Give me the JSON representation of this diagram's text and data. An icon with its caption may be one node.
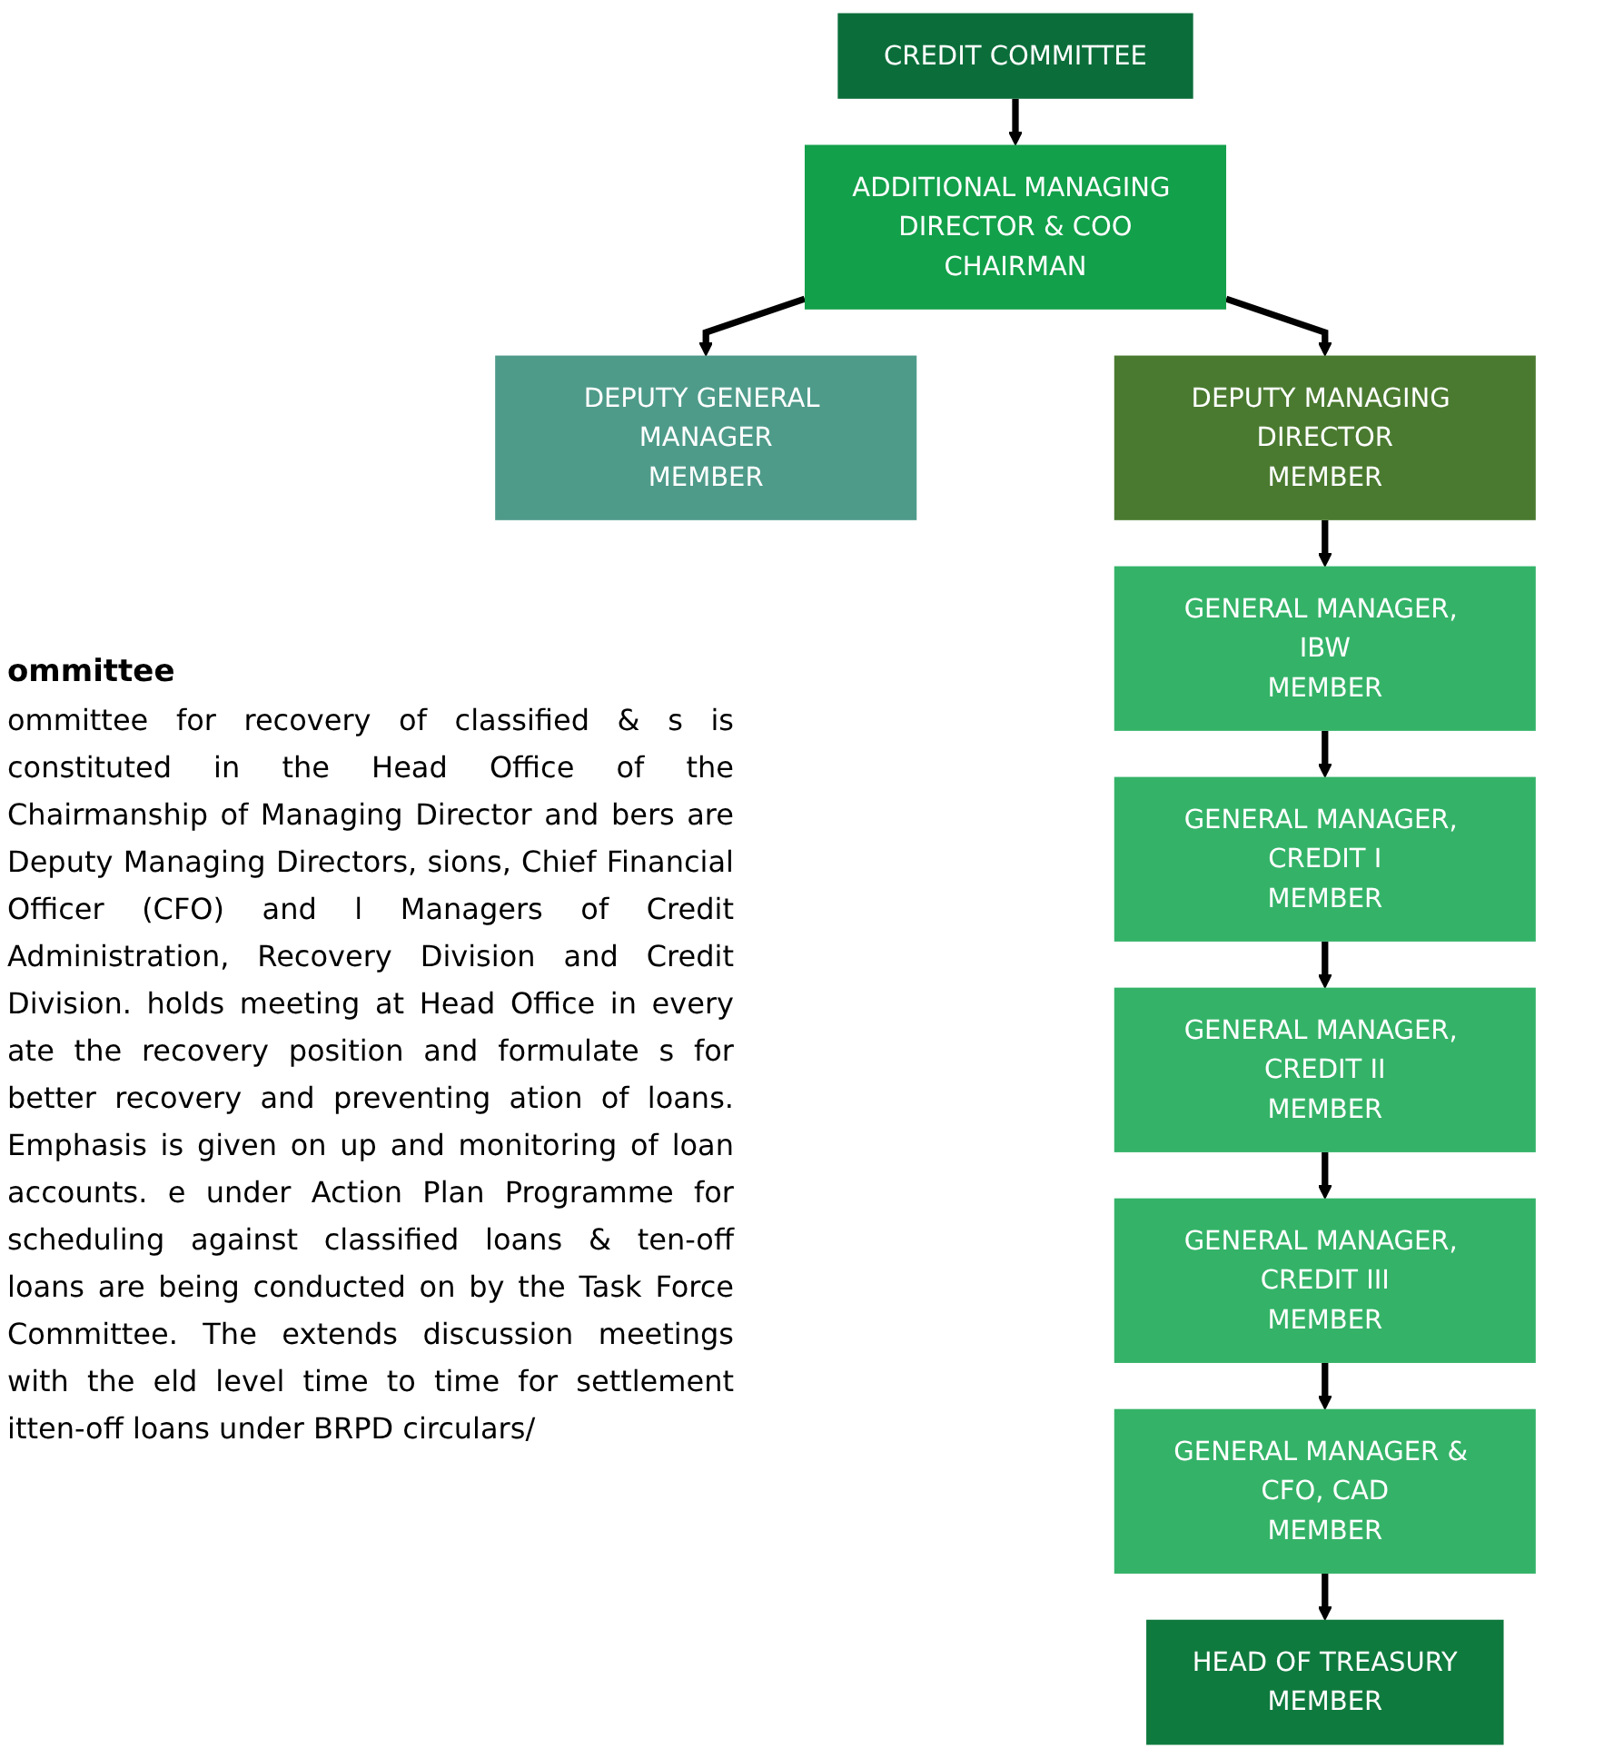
{
  "diagram": {
    "nodes": [
      {
        "text": [
          "CREDIT COMMITTEE"
        ]
      },
      {
        "text": [
          "ADDITIONAL MANAGING DIRECTOR & COO",
          "CHAIRMAN"
        ]
      },
      {
        "text": [
          "DEPUTY GENERAL MANAGER",
          "MEMBER"
        ]
      },
      {
        "text": [
          "DEPUTY MANAGING DIRECTOR",
          "MEMBER"
        ]
      },
      {
        "text": [
          "GENERAL MANAGER, IBW",
          "MEMBER"
        ]
      },
      {
        "text": [
          "GENERAL MANAGER, CREDIT I",
          "MEMBER"
        ]
      },
      {
        "text": [
          "GENERAL MANAGER, CREDIT II",
          "MEMBER"
        ]
      },
      {
        "text": [
          "GENERAL MANAGER, CREDIT III",
          "MEMBER"
        ]
      },
      {
        "text": [
          "GENERAL MANAGER & CFO, CAD",
          "MEMBER"
        ]
      },
      {
        "text": [
          "HEAD OF TREASURY",
          "MEMBER"
        ]
      }
    ],
    "edges": [
      {
        "from": 0,
        "to": 1,
        "arrow": "to"
      },
      {
        "from": 1,
        "to": 2,
        "arrow": "to"
      },
      {
        "from": 1,
        "to": 3,
        "arrow": "to"
      },
      {
        "from": 3,
        "to": 4,
        "arrow": "to"
      },
      {
        "from": 4,
        "to": 5,
        "arrow": "to"
      },
      {
        "from": 5,
        "to": 6,
        "arrow": "to"
      },
      {
        "from": 6,
        "to": 7,
        "arrow": "to"
      },
      {
        "from": 7,
        "to": 8,
        "arrow": "to"
      },
      {
        "from": 8,
        "to": 9,
        "arrow": "to"
      }
    ],
    "labels": [
      "ommittee",
      "ommittee for recovery of classified & s is constituted in the Head Office of the Chairmanship of Managing Director and bers are Deputy Managing Directors, sions, Chief Financial Officer (CFO) and l Managers of Credit Administration, Recovery Division and Credit Division. holds meeting at Head Office in every ate the recovery position and formulate s for better recovery and preventing ation of loans. Emphasis is given on up and monitoring of loan accounts. e under Action Plan Programme for scheduling against classified loans & ten-off loans are being conducted on by the Task Force Committee. The extends discussion meetings with the eld level time to time for settlement itten-off loans under BRPD circulars/"
    ]
  }
}
